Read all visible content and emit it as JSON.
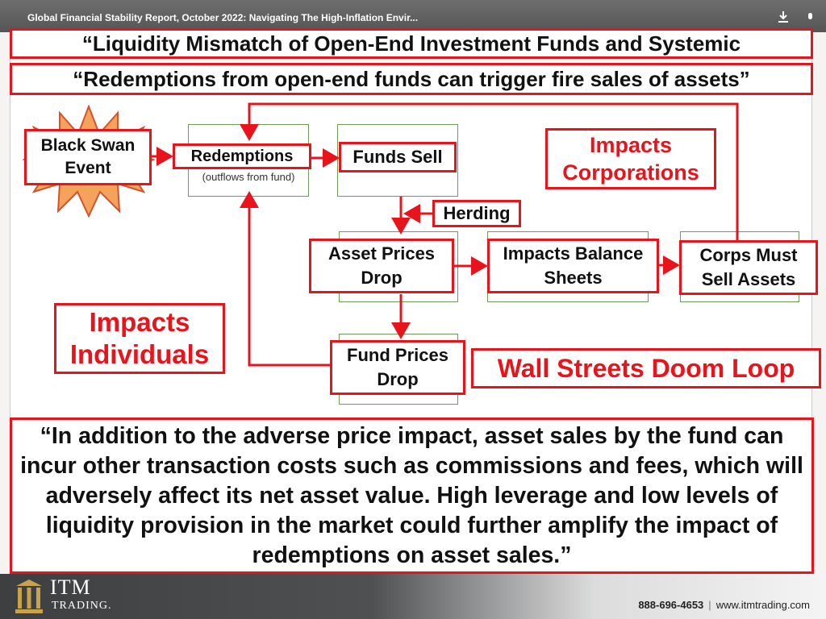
{
  "header": {
    "title": "Global Financial Stability Report, October 2022: Navigating The High-Inflation Envir..."
  },
  "slide": {
    "title": "“Liquidity Mismatch of Open-End Investment Funds and Systemic",
    "subtitle": "“Redemptions from open-end funds can trigger fire sales of assets”"
  },
  "diagram": {
    "black_swan": "Black Swan Event",
    "redemptions": "Redemptions",
    "redemptions_sub": "(outflows from fund)",
    "funds_sell": "Funds Sell",
    "herding": "Herding",
    "asset_prices_drop": "Asset Prices Drop",
    "impacts_balance_sheets": "Impacts Balance Sheets",
    "corps_must_sell": "Corps Must Sell Assets",
    "fund_prices_drop": "Fund Prices Drop",
    "impacts_corporations": "Impacts Corporations",
    "impacts_individuals": "Impacts Individuals",
    "doom_loop": "Wall Streets Doom Loop"
  },
  "quote": "“In addition to the adverse price impact, asset sales by the fund can incur other transaction costs such as commissions and fees, which will adversely affect its net asset value. High leverage and low levels of liquidity provision in the market could further amplify the impact of redemptions on asset sales.”",
  "footer": {
    "logo_name": "ITM",
    "logo_sub": "TRADING.",
    "phone": "888-696-4653",
    "separator": "|",
    "website": "www.itmtrading.com"
  },
  "colors": {
    "accent_red": "#e8141c",
    "diagram_green": "#6e9a5c"
  },
  "icons": [
    "download-icon",
    "more-icon",
    "starburst-icon",
    "itm-logo-icon"
  ]
}
